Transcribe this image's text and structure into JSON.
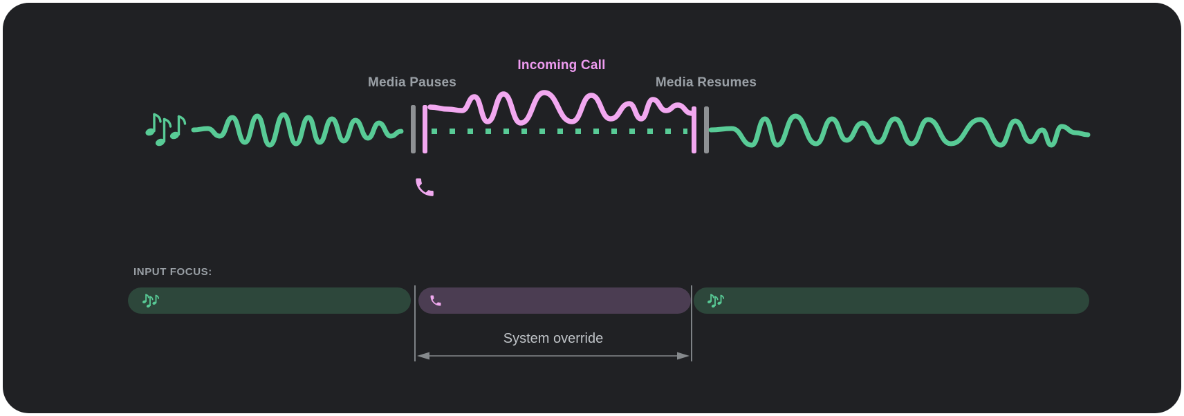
{
  "card": {
    "background": "#202124",
    "page_background": "#ffffff"
  },
  "colors": {
    "media_green": "#58cb96",
    "media_green_dim": "#2d473b",
    "call_pink": "#f2a8f0",
    "call_pink_text": "#ee9bf0",
    "call_purple_dim": "#4b3d52",
    "label_gray": "#9aa0a6",
    "annotation_gray": "#bfc3c7",
    "marker_gray": "#8e9194",
    "guide_gray": "#7e8286"
  },
  "timeline": {
    "labels": {
      "media_pauses": "Media Pauses",
      "incoming_call": "Incoming Call",
      "media_resumes": "Media Resumes"
    },
    "icons": {
      "media_source": "music-notes-icon",
      "call_source": "phone-icon"
    },
    "elements": [
      "media-wave-before",
      "pause-marker",
      "incoming-call-wave",
      "paused-media-dotted-line",
      "resume-marker",
      "media-wave-after"
    ]
  },
  "input_focus": {
    "heading": "INPUT FOCUS:",
    "segments": [
      {
        "name": "media-before-call",
        "icon": "music-notes-icon"
      },
      {
        "name": "incoming-call",
        "icon": "phone-icon"
      },
      {
        "name": "media-after-call",
        "icon": "music-notes-icon"
      }
    ],
    "annotation": "System override"
  }
}
